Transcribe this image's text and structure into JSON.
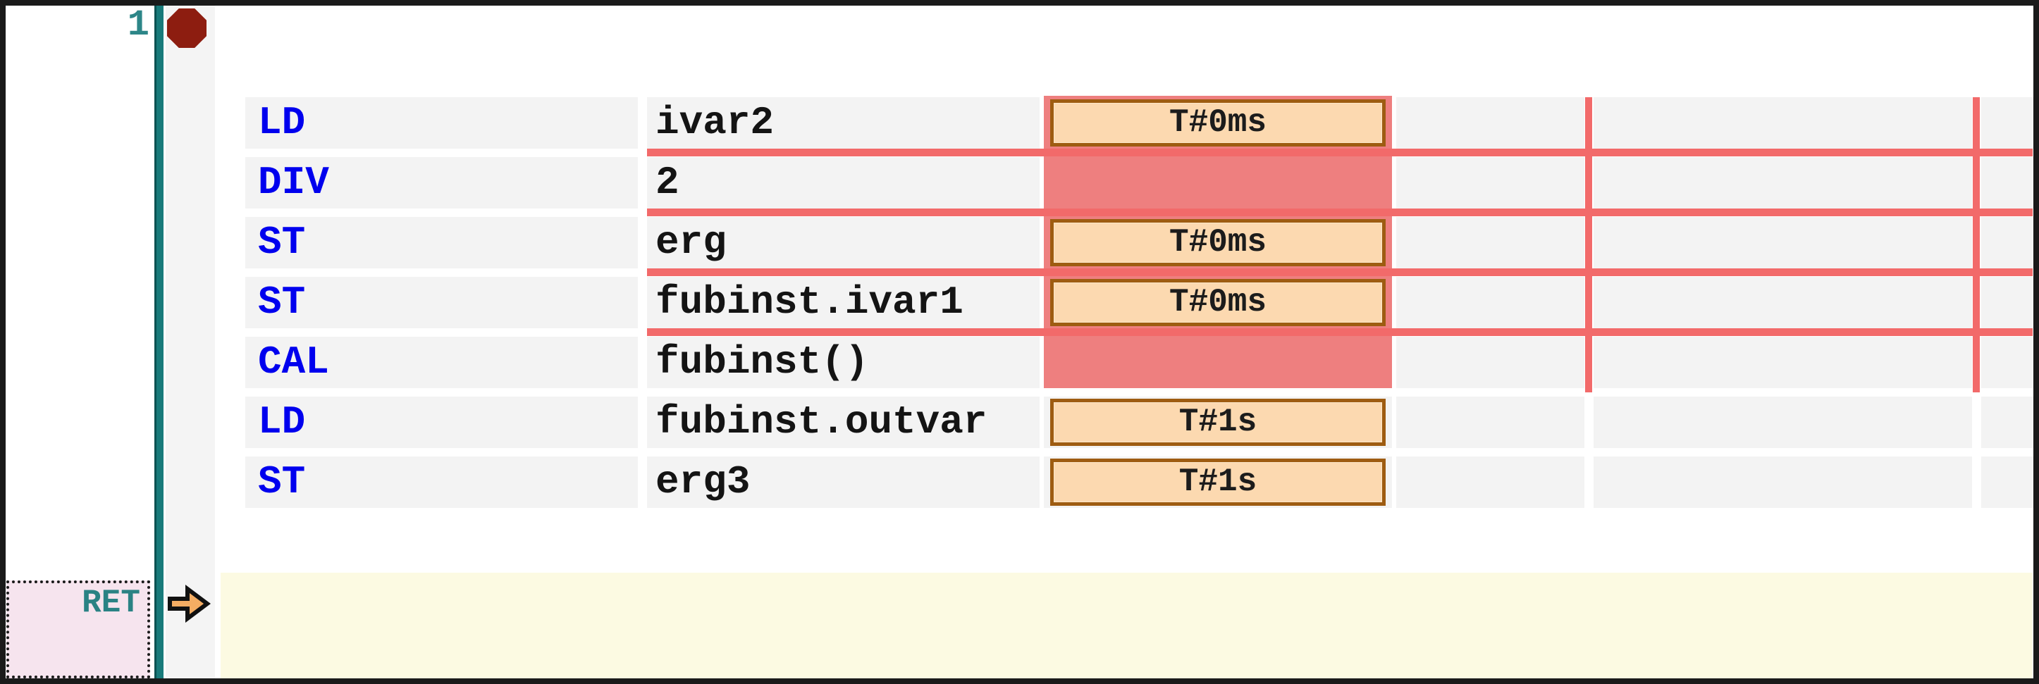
{
  "editor": {
    "line_number": "1",
    "network_label": "RET",
    "rows": [
      {
        "operator": "LD",
        "operand": "ivar2",
        "value": "T#0ms",
        "highlighted": true
      },
      {
        "operator": "DIV",
        "operand": "2",
        "value": null,
        "highlighted": true
      },
      {
        "operator": "ST",
        "operand": "erg",
        "value": "T#0ms",
        "highlighted": true
      },
      {
        "operator": "ST",
        "operand": "fubinst.ivar1",
        "value": "T#0ms",
        "highlighted": true
      },
      {
        "operator": "CAL",
        "operand": "fubinst()",
        "value": null,
        "highlighted": true
      },
      {
        "operator": "LD",
        "operand": "fubinst.outvar",
        "value": "T#1s",
        "highlighted": false
      },
      {
        "operator": "ST",
        "operand": "erg3",
        "value": "T#1s",
        "highlighted": false
      }
    ],
    "icons": {
      "breakpoint": "breakpoint-octagon",
      "instruction_pointer": "right-arrow"
    },
    "colors": {
      "gutter_teal": "#187a7a",
      "line_number_teal": "#2d8688",
      "row_bg": "#f3f3f3",
      "operator_blue": "#0000ee",
      "operand_black": "#141414",
      "monitor_highlight_salmon": "#ee7f7f",
      "flow_line_red": "#f26a6a",
      "value_box_bg": "#fcd9b0",
      "value_box_border": "#9e5c11",
      "breakpoint_red": "#8d1d10",
      "ret_box_pink": "#f6e4ee",
      "ret_text_teal": "#2a8284",
      "current_line_yellow": "#fcfae2",
      "pointer_orange": "#f5ad63"
    }
  }
}
